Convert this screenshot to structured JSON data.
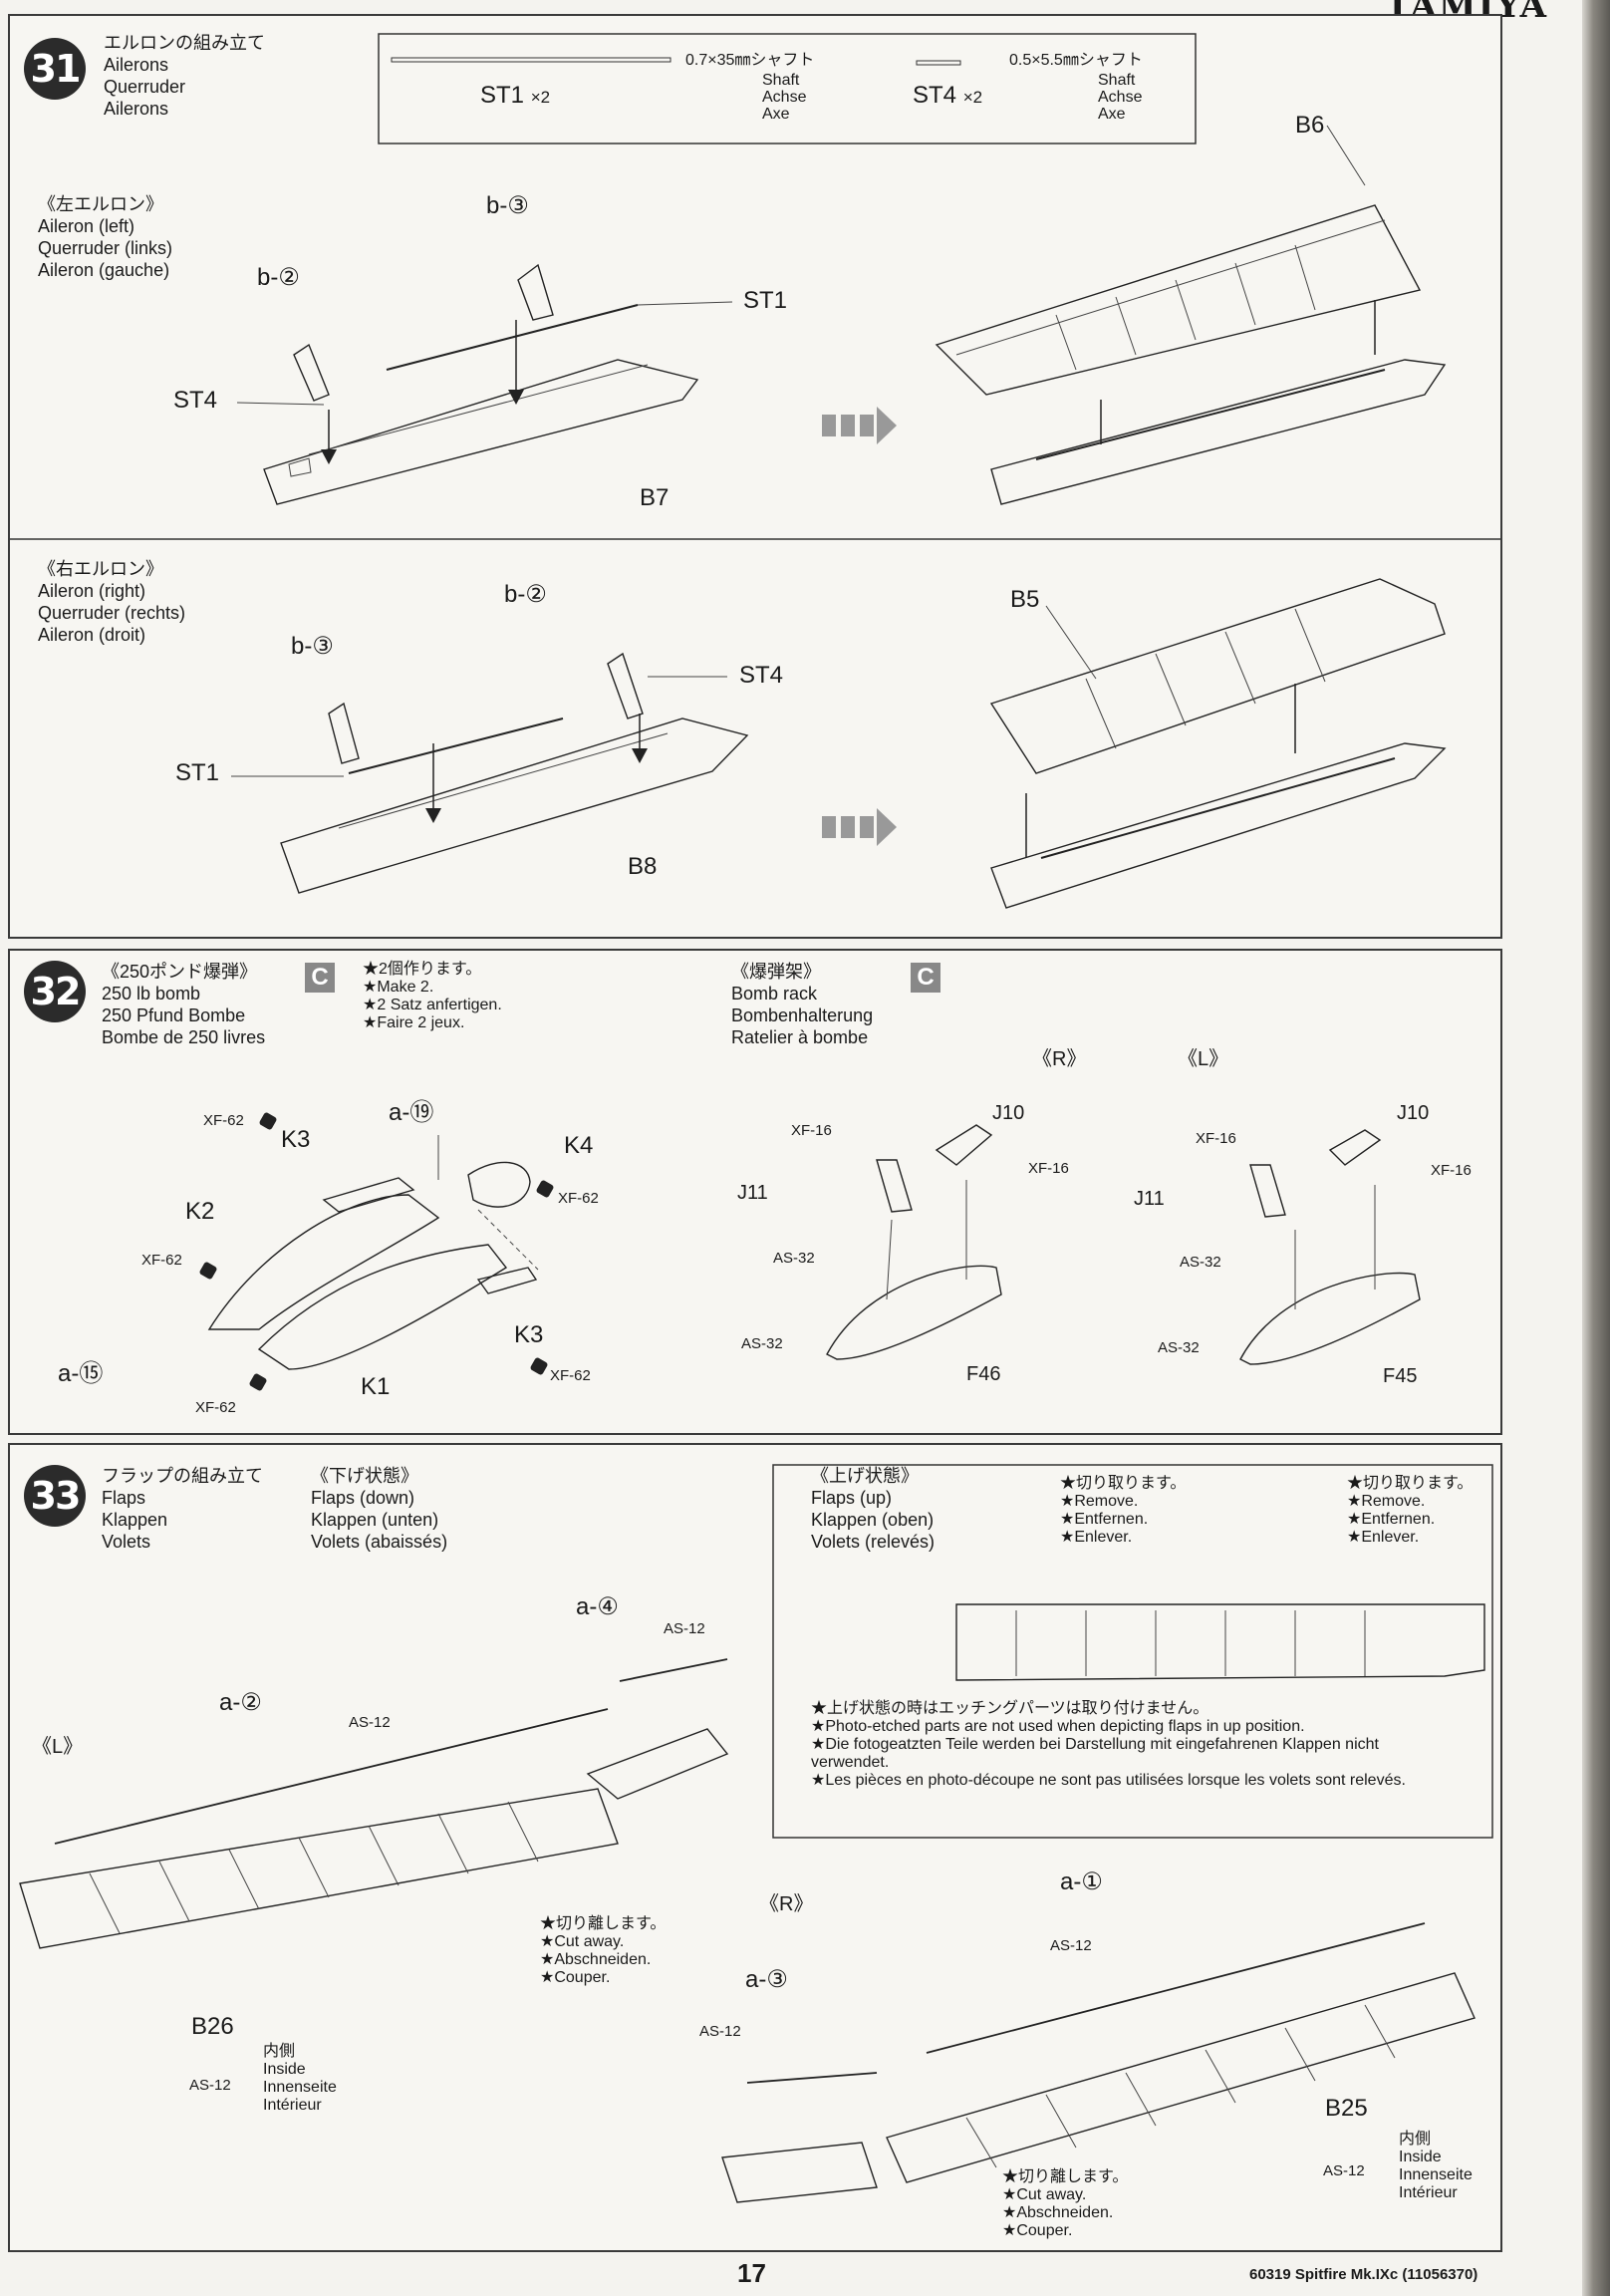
{
  "brand": "TAMIYA",
  "page_number": "17",
  "footer": "60319 Spitfire Mk.IXc (11056370)",
  "step31": {
    "number": "31",
    "title": [
      "エルロンの組み立て",
      "Ailerons",
      "Querruder",
      "Ailerons"
    ],
    "shaft1": {
      "spec": "0.7×35㎜シャフト",
      "names": [
        "Shaft",
        "Achse",
        "Axe"
      ],
      "id": "ST1",
      "qty": "×2"
    },
    "shaft4": {
      "spec": "0.5×5.5㎜シャフト",
      "names": [
        "Shaft",
        "Achse",
        "Axe"
      ],
      "id": "ST4",
      "qty": "×2"
    },
    "left": {
      "heading": [
        "《左エルロン》",
        "Aileron (left)",
        "Querruder (links)",
        "Aileron (gauche)"
      ],
      "labels": {
        "b2": "b-②",
        "b3": "b-③",
        "st1": "ST1",
        "st4": "ST4",
        "b7": "B7",
        "b6": "B6"
      }
    },
    "right": {
      "heading": [
        "《右エルロン》",
        "Aileron (right)",
        "Querruder (rechts)",
        "Aileron (droit)"
      ],
      "labels": {
        "b2": "b-②",
        "b3": "b-③",
        "st1": "ST1",
        "st4": "ST4",
        "b8": "B8",
        "b5": "B5"
      }
    }
  },
  "step32": {
    "number": "32",
    "bomb": {
      "heading": [
        "《250ポンド爆弾》",
        "250 lb bomb",
        "250 Pfund Bombe",
        "Bombe de 250 livres"
      ],
      "cbox": "C",
      "note": [
        "★2個作ります。",
        "★Make 2.",
        "★2 Satz anfertigen.",
        "★Faire 2 jeux."
      ],
      "labels": {
        "a19": "a-⑲",
        "k3a": "K3",
        "k4": "K4",
        "k2": "K2",
        "k3b": "K3",
        "k1": "K1",
        "a15": "a-⑮"
      },
      "paints": {
        "p1": "XF-62",
        "p2": "XF-62",
        "p3": "XF-62",
        "p4": "XF-62",
        "p5": "XF-62"
      }
    },
    "rack": {
      "heading": [
        "《爆弾架》",
        "Bomb rack",
        "Bombenhalterung",
        "Ratelier à bombe"
      ],
      "cbox": "C",
      "r_label": "《R》",
      "l_label": "《L》",
      "r": {
        "j10": "J10",
        "j11": "J11",
        "f": "F46",
        "xf1": "XF-16",
        "xf2": "XF-16",
        "as1": "AS-32",
        "as2": "AS-32"
      },
      "l": {
        "j10": "J10",
        "j11": "J11",
        "f": "F45",
        "xf1": "XF-16",
        "xf2": "XF-16",
        "as1": "AS-32",
        "as2": "AS-32"
      }
    }
  },
  "step33": {
    "number": "33",
    "title": [
      "フラップの組み立て",
      "Flaps",
      "Klappen",
      "Volets"
    ],
    "down": [
      "《下げ状態》",
      "Flaps (down)",
      "Klappen (unten)",
      "Volets (abaissés)"
    ],
    "up": [
      "《上げ状態》",
      "Flaps (up)",
      "Klappen (oben)",
      "Volets (relevés)"
    ],
    "remove1": [
      "★切り取ります。",
      "★Remove.",
      "★Entfernen.",
      "★Enlever."
    ],
    "remove2": [
      "★切り取ります。",
      "★Remove.",
      "★Entfernen.",
      "★Enlever."
    ],
    "up_note": [
      "★上げ状態の時はエッチングパーツは取り付けません。",
      "★Photo-etched parts are not used when depicting flaps in up position.",
      "★Die fotogeatzten Teile werden bei Darstellung mit eingefahrenen Klappen nicht",
      "verwendet.",
      "★Les pièces en photo-découpe ne sont pas utilisées lorsque les volets sont relevés."
    ],
    "l_label": "《L》",
    "r_label": "《R》",
    "cut1": [
      "★切り離します。",
      "★Cut away.",
      "★Abschneiden.",
      "★Couper."
    ],
    "cut2": [
      "★切り離します。",
      "★Cut away.",
      "★Abschneiden.",
      "★Couper."
    ],
    "inside1": [
      "内側",
      "Inside",
      "Innenseite",
      "Intérieur"
    ],
    "inside2": [
      "内側",
      "Inside",
      "Innenseite",
      "Intérieur"
    ],
    "labels": {
      "a2": "a-②",
      "a4": "a-④",
      "a1": "a-①",
      "a3": "a-③",
      "b26": "B26",
      "b25": "B25",
      "as1": "AS-12",
      "as2": "AS-12",
      "as3": "AS-12",
      "as4": "AS-12",
      "as5": "AS-12",
      "as6": "AS-12"
    }
  }
}
